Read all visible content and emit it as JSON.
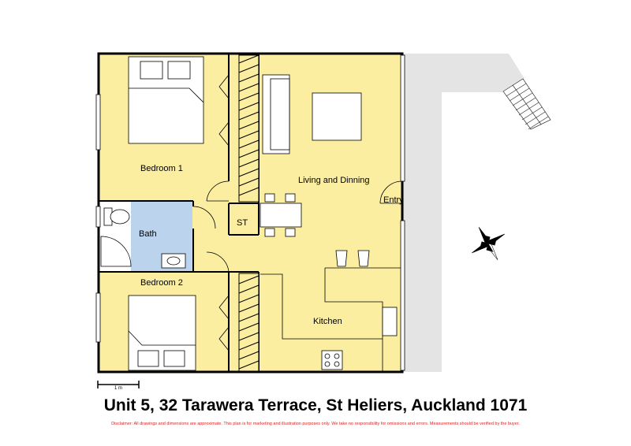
{
  "title": "Unit 5, 32 Tarawera Terrace, St Heliers, Auckland 1071",
  "disclaimer": "Disclaimer: All drawings and dimensions are approximate. This plan is for marketing and illustration purposes only. We take no responsibility for omissions and errors. Measurements should be verified by the buyer.",
  "scale_label": "1 m",
  "rooms": {
    "bedroom1": "Bedroom 1",
    "bedroom2": "Bedroom 2",
    "bath": "Bath",
    "storage": "ST",
    "living": "Living and Dinning",
    "entry": "Entry",
    "kitchen": "Kitchen"
  },
  "colors": {
    "room": "#fbeea0",
    "bath": "#bcd3ee",
    "deck": "#e4e4e4",
    "wall": "#000000",
    "disclaimer": "#e02020"
  },
  "icons": [
    "compass-rose-icon",
    "stairs-icon"
  ]
}
